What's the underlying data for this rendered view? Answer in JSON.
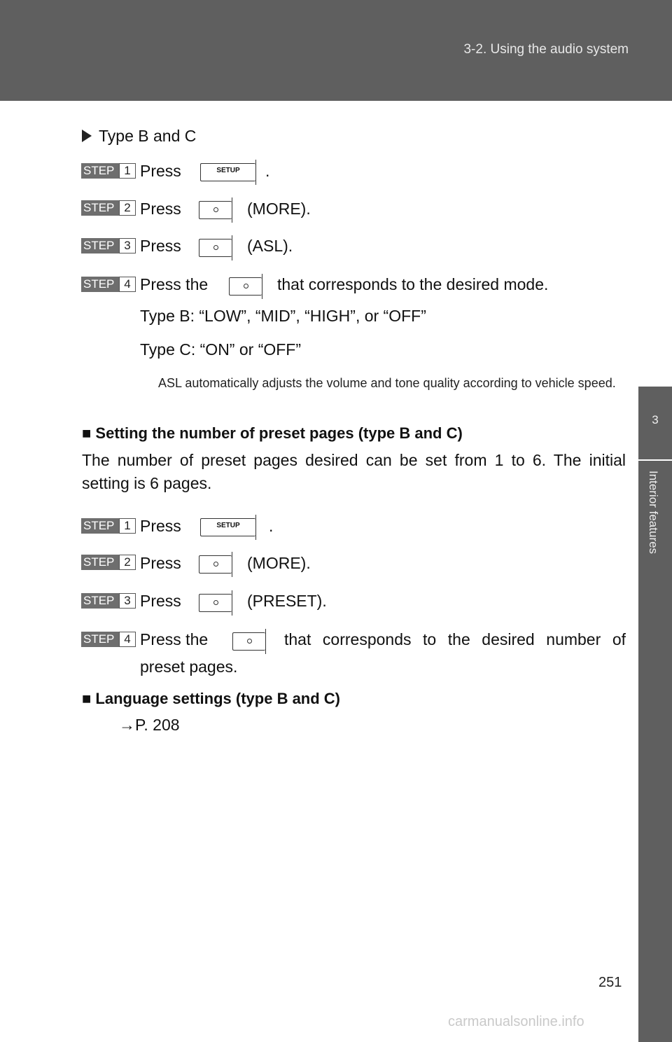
{
  "header": {
    "title": "3-2. Using the audio system"
  },
  "side_tab": {
    "chapter_number": "3",
    "label": "Interior features"
  },
  "page_number": "251",
  "watermark": "carmanualsonline.info",
  "section_b_c": {
    "subheading": "Type B and C",
    "steps": [
      {
        "step_label": "STEP",
        "step_num": "1",
        "pre": "Press",
        "button": "SETUP",
        "post": "."
      },
      {
        "step_label": "STEP",
        "step_num": "2",
        "pre": "Press",
        "post": "(MORE)."
      },
      {
        "step_label": "STEP",
        "step_num": "3",
        "pre": "Press",
        "post": "(ASL)."
      },
      {
        "step_label": "STEP",
        "step_num": "4",
        "pre": "Press the",
        "post": "that corresponds to the desired mode."
      }
    ],
    "type_b": "Type B: “LOW”, “MID”, “HIGH”, or “OFF”",
    "type_c": "Type C: “ON” or “OFF”",
    "note": "ASL automatically adjusts the volume and tone quality according to vehicle speed."
  },
  "preset_pages": {
    "heading": "Setting the number of preset pages (type B and C)",
    "bullet": "■",
    "description": "The number of preset pages desired can be set from 1 to 6. The initial setting is 6 pages.",
    "steps": [
      {
        "step_label": "STEP",
        "step_num": "1",
        "pre": "Press",
        "button": "SETUP",
        "post": "."
      },
      {
        "step_label": "STEP",
        "step_num": "2",
        "pre": "Press",
        "post": "(MORE)."
      },
      {
        "step_label": "STEP",
        "step_num": "3",
        "pre": "Press",
        "post": "(PRESET)."
      },
      {
        "step_label": "STEP",
        "step_num": "4",
        "pre": "Press the",
        "post": "that corresponds to the desired number of",
        "post_line2": "preset pages."
      }
    ]
  },
  "language": {
    "bullet": "■",
    "heading": "Language settings (type B and C)",
    "arrow": "→",
    "ref": "P. 208"
  }
}
